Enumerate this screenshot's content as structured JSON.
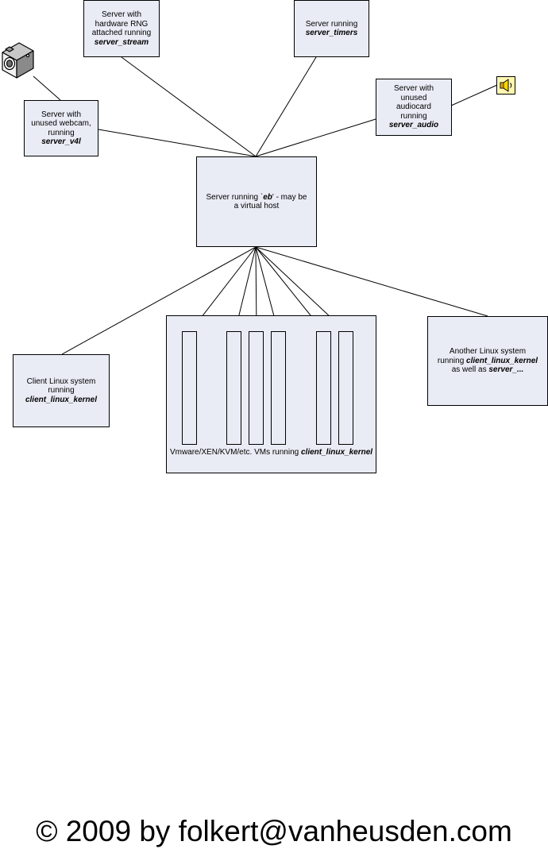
{
  "nodes": {
    "rng": {
      "line1": "Server with",
      "line2": "hardware RNG",
      "line3": "attached running",
      "role": "server_stream"
    },
    "timers": {
      "line1": "Server running",
      "role": "server_timers"
    },
    "webcam": {
      "line1": "Server with",
      "line2": "unused webcam,",
      "line3": "running",
      "role": "server_v4l"
    },
    "audio": {
      "line1": "Server with",
      "line2": "unused",
      "line3": "audiocard",
      "line4": "running",
      "role": "server_audio"
    },
    "eb": {
      "line1_pre": "Server running `",
      "line1_em": "eb",
      "line1_post": "' - may be",
      "line2": "a virtual host"
    },
    "client": {
      "line1": "Client Linux system",
      "line2": "running",
      "role": "client_linux_kernel"
    },
    "vms": {
      "caption": "Vmware/XEN/KVM/etc. VMs running",
      "role": "client_linux_kernel"
    },
    "another": {
      "line1": "Another Linux system",
      "line2_pre": "running ",
      "line2_role": "client_linux_kernel",
      "line3_pre": "as well as ",
      "line3_role": "server_..."
    }
  },
  "icons": {
    "webcam": "webcam-icon",
    "speaker": "speaker-icon"
  },
  "footer": {
    "copyright": "© 2009 by folkert@vanheusden.com"
  }
}
